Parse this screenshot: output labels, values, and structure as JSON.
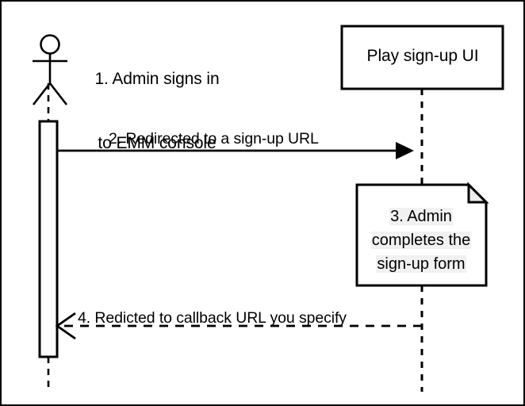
{
  "diagram": {
    "type": "uml-sequence-diagram",
    "title": "",
    "background_color": "#ffffff",
    "line_color": "#000000",
    "note_fill": "#ffffff",
    "note_fold_fill": "#efefef",
    "text_highlight": "#f1f1f1"
  },
  "actor": {
    "name": "admin-actor",
    "label": "",
    "shape": "stick-figure"
  },
  "participants": [
    {
      "id": "play-signup-ui",
      "label": "Play sign-up UI",
      "shape": "rectangle"
    }
  ],
  "steps": [
    {
      "number": "1",
      "name": "admin-signs-in",
      "text_line_1": "1. Admin signs in",
      "text_line_2": "to EMM console",
      "kind": "annotation"
    },
    {
      "number": "2",
      "name": "redirected-to-signup-url",
      "text": "2. Redirected to a sign-up URL",
      "kind": "message",
      "line_style": "solid",
      "arrow_style": "filled",
      "direction": "right"
    },
    {
      "number": "3",
      "name": "admin-completes-form",
      "text_line_1": "3. Admin",
      "text_line_2": "completes the",
      "text_line_3": "sign-up form",
      "kind": "note"
    },
    {
      "number": "4",
      "name": "redirected-to-callback-url",
      "text": "4. Redicted to callback URL you specify",
      "kind": "message",
      "line_style": "dashed",
      "arrow_style": "open",
      "direction": "left"
    }
  ]
}
